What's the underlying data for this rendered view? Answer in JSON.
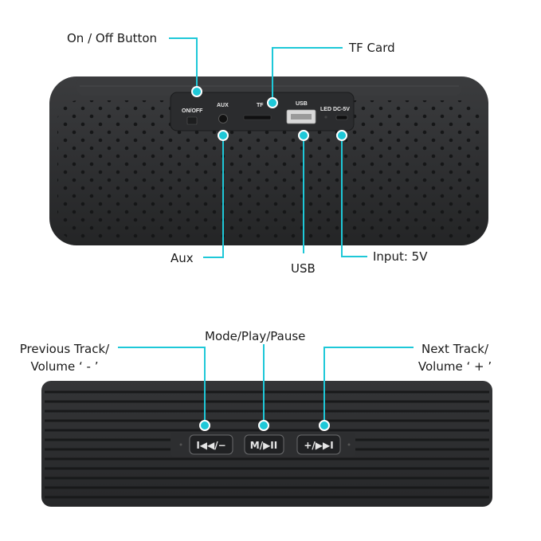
{
  "colors": {
    "callout": "#1ec8d8",
    "body": "#2e2f31",
    "background": "#ffffff"
  },
  "top_view": {
    "ports": {
      "power": "ON/OFF",
      "aux": "AUX",
      "tf": "TF",
      "usb": "USB",
      "dc": "LED DC-5V"
    },
    "callouts": {
      "power": "On / Off Button",
      "tf": "TF Card",
      "aux": "Aux",
      "usb": "USB",
      "dc": "Input: 5V"
    }
  },
  "bottom_view": {
    "buttons": {
      "prev": "I◀◀/−",
      "mode": "M/▶II",
      "next": "+/▶▶I"
    },
    "callouts": {
      "prev_line1": "Previous Track/",
      "prev_line2": "Volume ‘ - ’",
      "mode": "Mode/Play/Pause",
      "next_line1": "Next Track/",
      "next_line2": "Volume ‘ + ’"
    }
  }
}
